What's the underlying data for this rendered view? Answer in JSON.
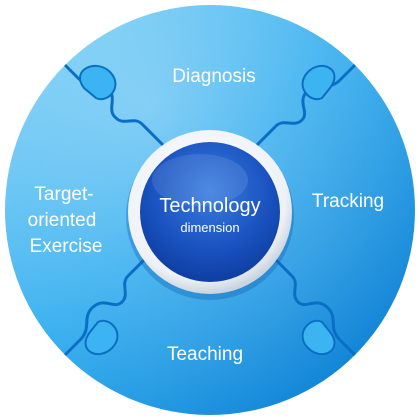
{
  "diagram": {
    "center": {
      "title": "Technology",
      "subtitle": "dimension"
    },
    "segments": {
      "top": {
        "label": "Diagnosis"
      },
      "right": {
        "label": "Tracking"
      },
      "bottom": {
        "label": "Teaching"
      },
      "left": {
        "lines": [
          "Target-",
          "oriented",
          "Exercise"
        ]
      }
    }
  },
  "colors": {
    "segment_light": "#5ec3f3",
    "segment_mid": "#22a6ea",
    "segment_dark": "#0b7fd4",
    "center_dark": "#0d3fa8",
    "center_light": "#2f6fd8",
    "ring": "#e8edf3",
    "gap": "#0a6fc4"
  }
}
